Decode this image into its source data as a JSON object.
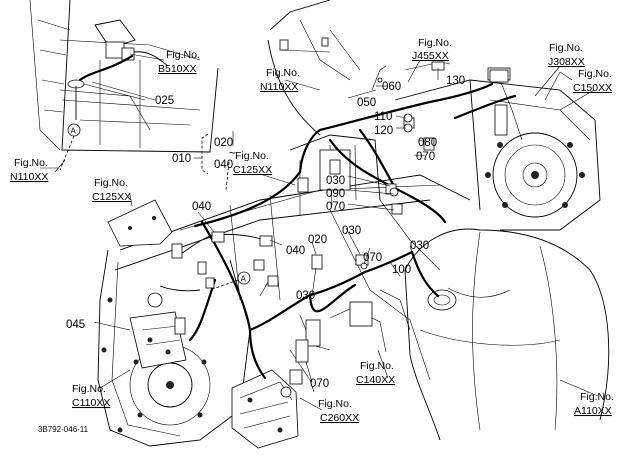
{
  "document_id": "3B792-046-11",
  "fig_prefix": "Fig.No.",
  "figure_refs": [
    {
      "id": "B510XX"
    },
    {
      "id": "N110XX"
    },
    {
      "id": "J455XX"
    },
    {
      "id": "N110XX"
    },
    {
      "id": "J308XX"
    },
    {
      "id": "C150XX"
    },
    {
      "id": "C125XX"
    },
    {
      "id": "C125XX"
    },
    {
      "id": "C140XX"
    },
    {
      "id": "C110XX"
    },
    {
      "id": "C260XX"
    },
    {
      "id": "A110XX"
    }
  ],
  "part_numbers": [
    "025",
    "050",
    "060",
    "130",
    "110",
    "120",
    "080",
    "070",
    "010",
    "020",
    "~",
    "040",
    "030",
    "090",
    "070",
    "040",
    "020",
    "030",
    "070",
    "100",
    "030",
    "040",
    "030",
    "045",
    "070",
    "030"
  ],
  "callout_letter": "A"
}
